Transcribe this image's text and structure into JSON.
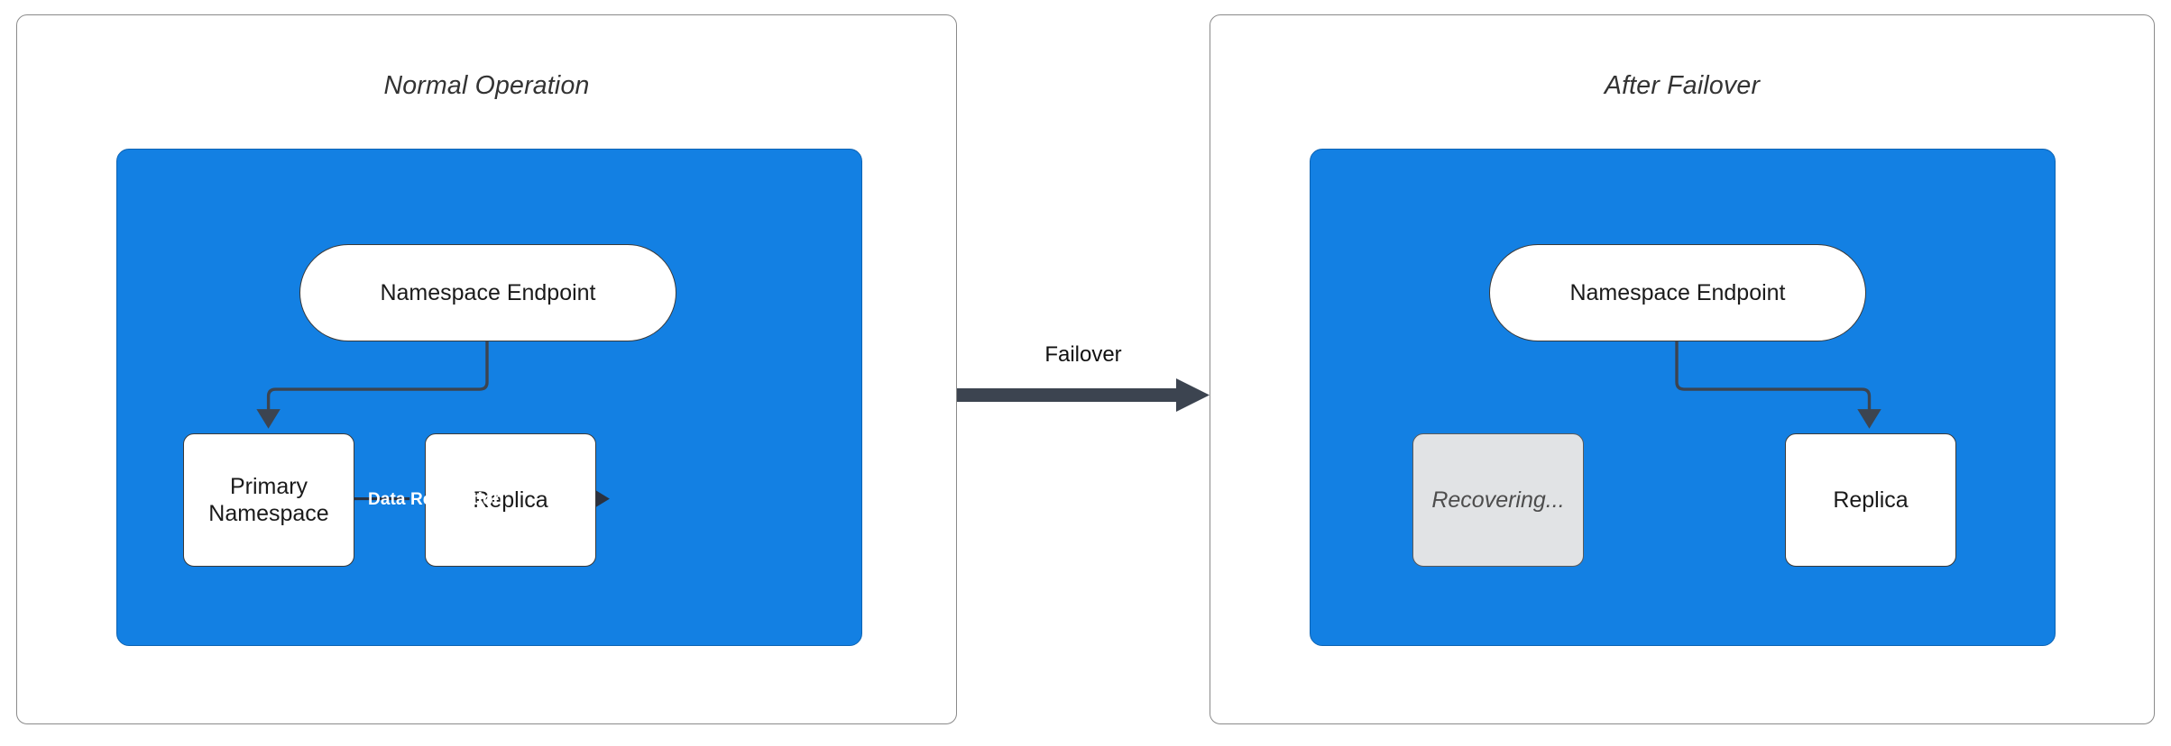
{
  "diagram": {
    "title_colors": {
      "blue_region": "#1380e3",
      "connector": "#3c4450",
      "muted_node": "#e1e3e5",
      "panel_border": "#8a8a8a",
      "edge_label": "#ffffff"
    }
  },
  "panels": [
    {
      "id": "normal-operation",
      "title": "Normal Operation",
      "nodes": [
        {
          "id": "endpoint",
          "label": "Namespace Endpoint",
          "shape": "stadium",
          "state": "active"
        },
        {
          "id": "primary",
          "label": "Primary\nNamespace",
          "shape": "rect",
          "state": "active"
        },
        {
          "id": "replica",
          "label": "Replica",
          "shape": "rect",
          "state": "active"
        }
      ],
      "edges": [
        {
          "from": "endpoint",
          "to": "primary",
          "label": ""
        },
        {
          "from": "primary",
          "to": "replica",
          "label": "Data Replication"
        }
      ]
    },
    {
      "id": "after-failover",
      "title": "After Failover",
      "nodes": [
        {
          "id": "endpoint",
          "label": "Namespace Endpoint",
          "shape": "stadium",
          "state": "active"
        },
        {
          "id": "recovering",
          "label": "Recovering...",
          "shape": "rect",
          "state": "muted"
        },
        {
          "id": "replica",
          "label": "Replica",
          "shape": "rect",
          "state": "active"
        }
      ],
      "edges": [
        {
          "from": "endpoint",
          "to": "replica",
          "label": ""
        }
      ]
    }
  ],
  "transition": {
    "label": "Failover",
    "direction": "left-to-right"
  }
}
